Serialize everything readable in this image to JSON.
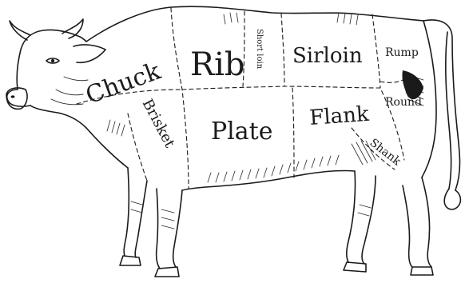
{
  "cuts": {
    "chuck": "Chuck",
    "rib": "Rib",
    "short_loin": "Short loin",
    "sirloin": "Sirloin",
    "rump": "Rump",
    "round": "Round",
    "brisket": "Brisket",
    "plate": "Plate",
    "flank": "Flank",
    "shank": "Shank"
  }
}
